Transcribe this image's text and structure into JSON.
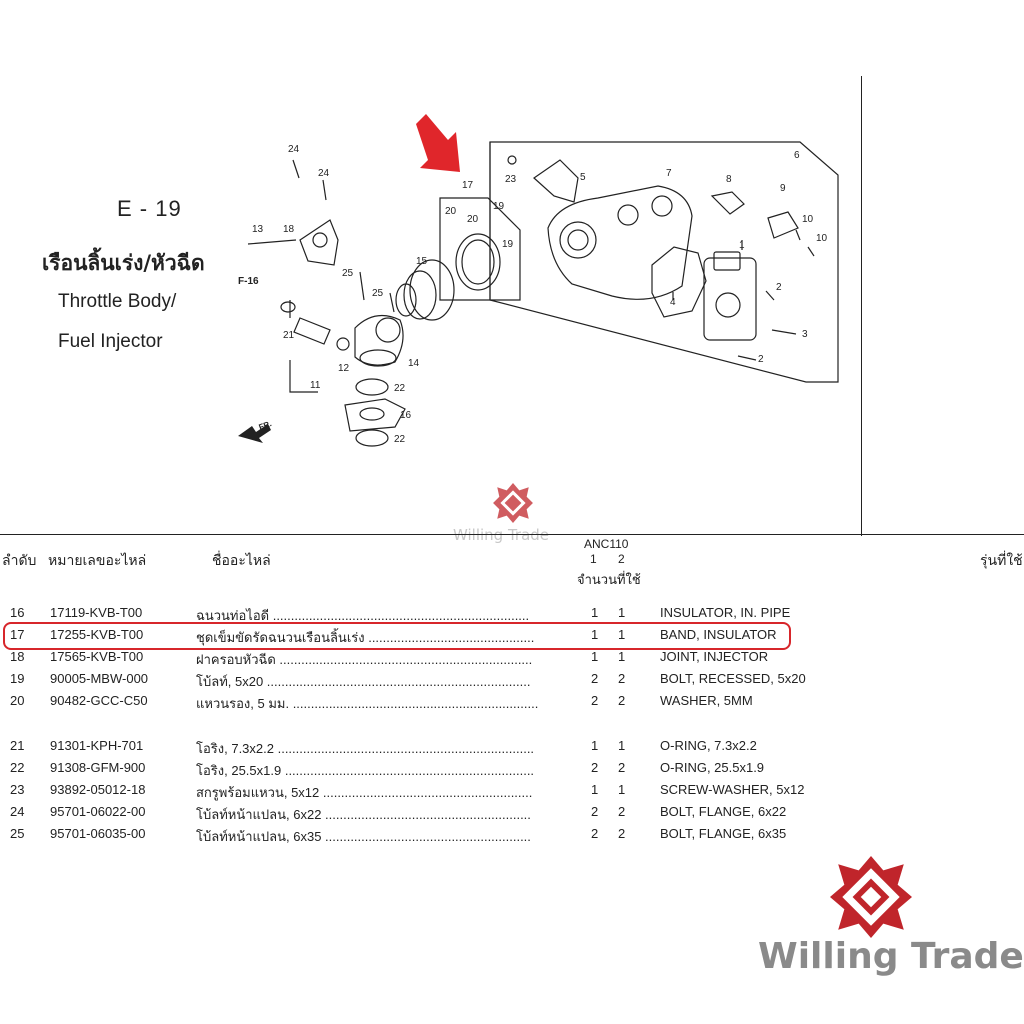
{
  "diagram": {
    "code": "E - 19",
    "title_th": "เรือนลิ้นเร่ง/หัวฉีด",
    "title_en_1": "Throttle Body/",
    "title_en_2": "Fuel Injector",
    "ref": "F-16",
    "fr": "FR.",
    "callouts": [
      "24",
      "24",
      "13",
      "18",
      "25",
      "25",
      "21",
      "11",
      "12",
      "14",
      "15",
      "17",
      "20",
      "20",
      "19",
      "19",
      "23",
      "5",
      "7",
      "6",
      "8",
      "9",
      "10",
      "10",
      "1",
      "4",
      "2",
      "3",
      "2",
      "22",
      "16",
      "22"
    ]
  },
  "watermark": {
    "text": "Willing Trade",
    "colors": {
      "red": "#c0252b",
      "gray": "#8a8a8a"
    }
  },
  "table": {
    "model": "ANC110",
    "col_no": "ลำดับ",
    "col_part": "หมายเลขอะไหล่",
    "col_name": "ชื่ออะไหล่",
    "qty_cols": [
      "1",
      "2"
    ],
    "col_qty": "จำนวนที่ใช้",
    "col_model": "รุ่นที่ใช้",
    "rows": [
      {
        "no": "16",
        "part": "17119-KVB-T00",
        "name": "ฉนวนท่อไอดี .......................................................................",
        "q1": "1",
        "q2": "1",
        "en": "INSULATOR, IN. PIPE"
      },
      {
        "no": "17",
        "part": "17255-KVB-T00",
        "name": "ชุดเข็มขัดรัดฉนวนเรือนลิ้นเร่ง ..............................................",
        "q1": "1",
        "q2": "1",
        "en": "BAND, INSULATOR"
      },
      {
        "no": "18",
        "part": "17565-KVB-T00",
        "name": "ฝาครอบหัวฉีด ......................................................................",
        "q1": "1",
        "q2": "1",
        "en": "JOINT, INJECTOR"
      },
      {
        "no": "19",
        "part": "90005-MBW-000",
        "name": "โบ้ลท์, 5x20 .........................................................................",
        "q1": "2",
        "q2": "2",
        "en": "BOLT, RECESSED, 5x20"
      },
      {
        "no": "20",
        "part": "90482-GCC-C50",
        "name": "แหวนรอง, 5 มม. ....................................................................",
        "q1": "2",
        "q2": "2",
        "en": "WASHER, 5MM"
      },
      {
        "no": "21",
        "part": "91301-KPH-701",
        "name": "โอริง, 7.3x2.2 .......................................................................",
        "q1": "1",
        "q2": "1",
        "en": "O-RING, 7.3x2.2"
      },
      {
        "no": "22",
        "part": "91308-GFM-900",
        "name": "โอริง, 25.5x1.9 .....................................................................",
        "q1": "2",
        "q2": "2",
        "en": "O-RING, 25.5x1.9"
      },
      {
        "no": "23",
        "part": "93892-05012-18",
        "name": "สกรูพร้อมแหวน, 5x12 ..........................................................",
        "q1": "1",
        "q2": "1",
        "en": "SCREW-WASHER, 5x12"
      },
      {
        "no": "24",
        "part": "95701-06022-00",
        "name": "โบ้ลท์หน้าแปลน, 6x22 .........................................................",
        "q1": "2",
        "q2": "2",
        "en": "BOLT, FLANGE, 6x22"
      },
      {
        "no": "25",
        "part": "95701-06035-00",
        "name": "โบ้ลท์หน้าแปลน, 6x35 .........................................................",
        "q1": "2",
        "q2": "2",
        "en": "BOLT, FLANGE, 6x35"
      }
    ]
  }
}
